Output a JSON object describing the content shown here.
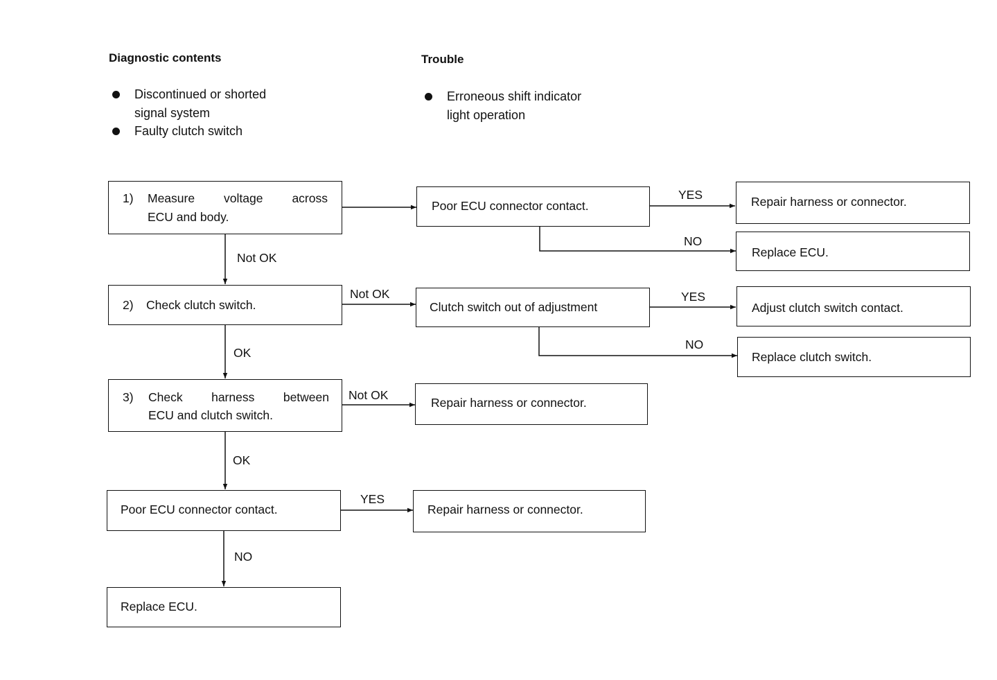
{
  "headers": {
    "diagnostic": "Diagnostic contents",
    "trouble": "Trouble"
  },
  "diagnostic_items": [
    {
      "line1": "Discontinued or shorted",
      "line2": "signal system"
    },
    {
      "line1": "Faulty clutch switch"
    }
  ],
  "trouble_items": [
    {
      "line1": "Erroneous shift indicator",
      "line2": "light operation"
    }
  ],
  "steps": [
    {
      "num": "1)",
      "line1": "Measure voltage across",
      "line2": "ECU and body."
    },
    {
      "num": "2)",
      "line1": "Check clutch switch."
    },
    {
      "num": "3)",
      "line1": "Check harness between",
      "line2": "ECU and clutch switch."
    },
    {
      "line1": "Poor ECU connector contact."
    },
    {
      "line1": "Replace ECU."
    }
  ],
  "middle": [
    {
      "line1": "Poor ECU connector contact."
    },
    {
      "line1": "Clutch switch out of adjustment"
    },
    {
      "line1": "Repair harness or connector."
    },
    {
      "line1": "Repair harness or connector."
    }
  ],
  "right": [
    {
      "line1": "Repair harness or connector."
    },
    {
      "line1": "Replace ECU."
    },
    {
      "line1": "Adjust clutch switch contact."
    },
    {
      "line1": "Replace clutch switch."
    }
  ],
  "edge_labels": {
    "not_ok_1": "Not OK",
    "not_ok_2": "Not OK",
    "not_ok_3": "Not OK",
    "ok_2": "OK",
    "ok_3": "OK",
    "no_4": "NO",
    "yes_1": "YES",
    "no_1": "NO",
    "yes_2": "YES",
    "no_2": "NO",
    "yes_4": "YES"
  }
}
